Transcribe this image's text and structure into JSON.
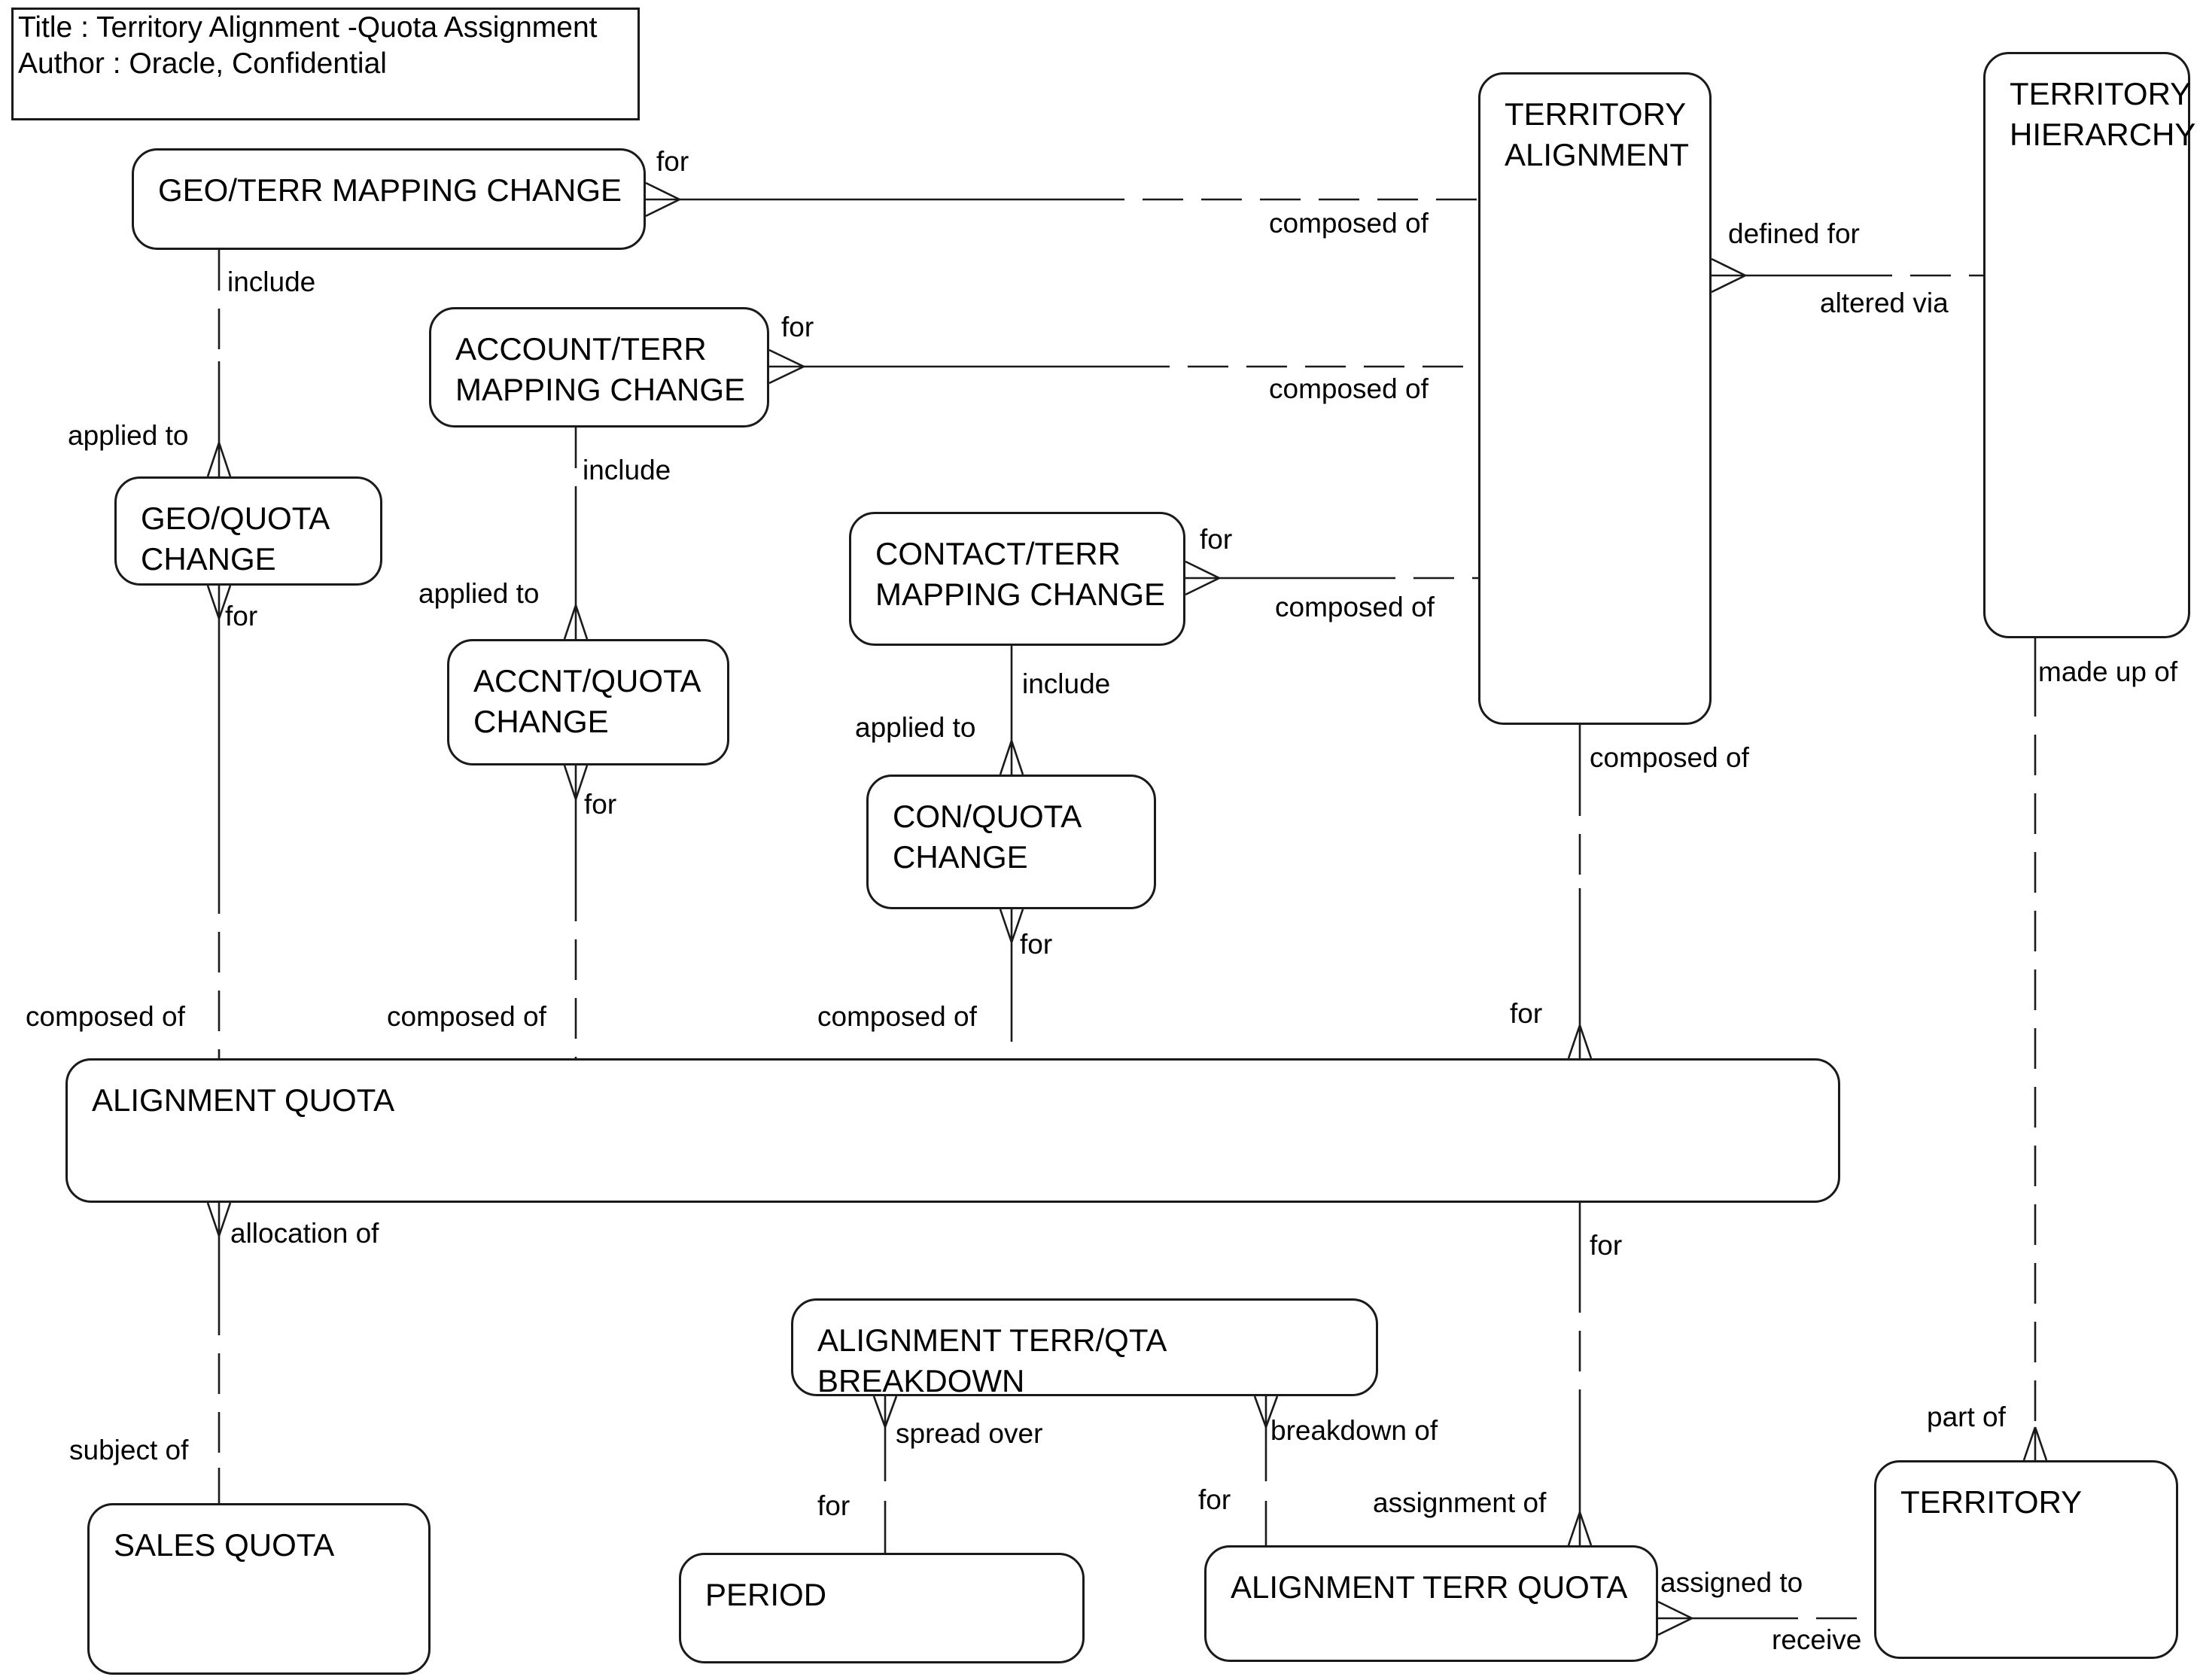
{
  "title_box": {
    "line1": "Title : Territory Alignment -Quota Assignment",
    "line2": "Author : Oracle, Confidential"
  },
  "colors": {
    "line": "#1a1a1a",
    "background": "#ffffff",
    "text": "#000000"
  },
  "entities": {
    "geo_terr_mapping_change": {
      "label": "GEO/TERR MAPPING CHANGE"
    },
    "account_terr_mapping_change": {
      "label": "ACCOUNT/TERR\nMAPPING CHANGE"
    },
    "contact_terr_mapping_change": {
      "label": "CONTACT/TERR\nMAPPING CHANGE"
    },
    "geo_quota_change": {
      "label": "GEO/QUOTA\nCHANGE"
    },
    "accnt_quota_change": {
      "label": "ACCNT/QUOTA\nCHANGE"
    },
    "con_quota_change": {
      "label": "CON/QUOTA\nCHANGE"
    },
    "territory_alignment": {
      "label": "TERRITORY\nALIGNMENT"
    },
    "territory_hierarchy": {
      "label": "TERRITORY\nHIERARCHY"
    },
    "alignment_quota": {
      "label": "ALIGNMENT QUOTA"
    },
    "alignment_terr_qta_breakdown": {
      "label": "ALIGNMENT TERR/QTA BREAKDOWN"
    },
    "sales_quota": {
      "label": "SALES QUOTA"
    },
    "period": {
      "label": "PERIOD"
    },
    "alignment_terr_quota": {
      "label": "ALIGNMENT TERR QUOTA"
    },
    "territory": {
      "label": "TERRITORY"
    }
  },
  "labels": {
    "for_geo_ta": "for",
    "composed_of_ta1": "composed of",
    "for_account_ta": "for",
    "composed_of_ta2": "composed of",
    "for_contact_ta": "for",
    "composed_of_ta3": "composed of",
    "include_geo": "include",
    "applied_to_geo": "applied to",
    "for_geo_quota": "for",
    "include_accnt": "include",
    "applied_to_accnt": "applied to",
    "for_accnt_quota": "for",
    "include_con": "include",
    "applied_to_con": "applied to",
    "for_con_quota": "for",
    "defined_for": "defined for",
    "altered_via": "altered via",
    "composed_of_ta4": "composed of",
    "for_ta_aq": "for",
    "made_up_of": "made up of",
    "composed_of_aq1": "composed of",
    "composed_of_aq2": "composed of",
    "composed_of_aq3": "composed of",
    "allocation_of": "allocation of",
    "for_aq_atq": "for",
    "subject_of": "subject of",
    "spread_over": "spread over",
    "breakdown_of": "breakdown of",
    "for_period": "for",
    "for_atq": "for",
    "assignment_of": "assignment of",
    "assigned_to": "assigned to",
    "receive": "receive",
    "part_of": "part of"
  }
}
